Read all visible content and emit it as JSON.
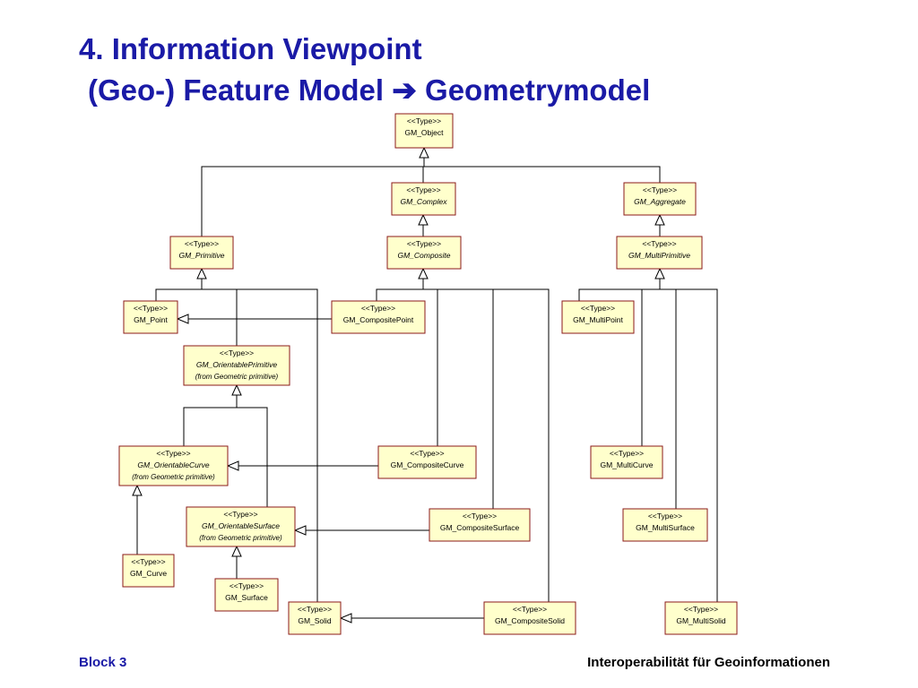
{
  "title": {
    "line1": "4. Information Viewpoint",
    "line2_part1": "(Geo-) Feature Model",
    "line2_arrow": "➔",
    "line2_part2": "Geometrymodel"
  },
  "stereotype": "<<Type>>",
  "classes": [
    {
      "id": "obj",
      "name": "GM_Object",
      "italic": false
    },
    {
      "id": "complex",
      "name": "GM_Complex",
      "italic": true
    },
    {
      "id": "aggregate",
      "name": "GM_Aggregate",
      "italic": true
    },
    {
      "id": "primitive",
      "name": "GM_Primitive",
      "italic": true
    },
    {
      "id": "composite",
      "name": "GM_Composite",
      "italic": true
    },
    {
      "id": "multiprim",
      "name": "GM_MultiPrimitive",
      "italic": true
    },
    {
      "id": "point",
      "name": "GM_Point",
      "italic": false
    },
    {
      "id": "comppoint",
      "name": "GM_CompositePoint",
      "italic": false
    },
    {
      "id": "multipoint",
      "name": "GM_MultiPoint",
      "italic": false
    },
    {
      "id": "orientprim",
      "name": "GM_OrientablePrimitive",
      "italic": true,
      "note": "(from Geometric primitive)"
    },
    {
      "id": "orientcurve",
      "name": "GM_OrientableCurve",
      "italic": true,
      "note": "(from Geometric primitive)"
    },
    {
      "id": "compcurve",
      "name": "GM_CompositeCurve",
      "italic": false
    },
    {
      "id": "multicurve",
      "name": "GM_MultiCurve",
      "italic": false
    },
    {
      "id": "orientsurf",
      "name": "GM_OrientableSurface",
      "italic": true,
      "note": "(from Geometric primitive)"
    },
    {
      "id": "compsurf",
      "name": "GM_CompositeSurface",
      "italic": false
    },
    {
      "id": "multisurf",
      "name": "GM_MultiSurface",
      "italic": false
    },
    {
      "id": "curve",
      "name": "GM_Curve",
      "italic": false
    },
    {
      "id": "surface",
      "name": "GM_Surface",
      "italic": false
    },
    {
      "id": "solid",
      "name": "GM_Solid",
      "italic": false
    },
    {
      "id": "compsolid",
      "name": "GM_CompositeSolid",
      "italic": false
    },
    {
      "id": "multisolid",
      "name": "GM_MultiSolid",
      "italic": false
    }
  ],
  "colors": {
    "title": "#1a1aa6",
    "box_fill": "#ffffcc",
    "box_border": "#8b1a1a",
    "line": "#000000"
  },
  "footer": {
    "left": "Block 3",
    "right": "Interoperabilität für Geoinformationen"
  }
}
